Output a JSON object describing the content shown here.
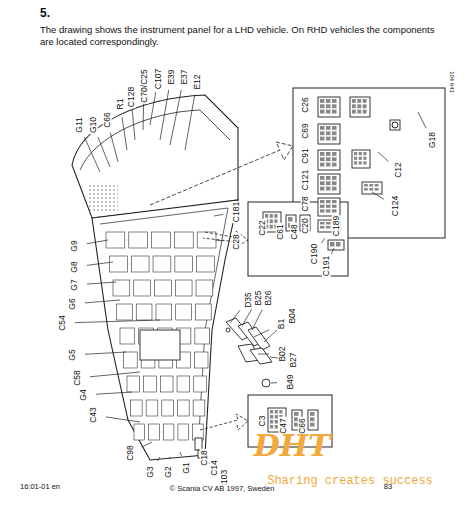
{
  "diagram": {
    "title": "5.",
    "labels": [
      "The drawing shows the instrument panel for a LHD vehicle. On RHD vehicles the components are located correspondingly.",
      "104 641",
      "G11",
      "G10",
      "C66",
      "R1",
      "C128",
      "C70/C25",
      "C107",
      "E39",
      "E37",
      "E12",
      "C26",
      "C69",
      "C91",
      "C121",
      "C78",
      "C20",
      "C12",
      "G18",
      "C124",
      "C181",
      "C28",
      "G9",
      "G8",
      "G7",
      "G6",
      "C54",
      "G5",
      "C58",
      "G4",
      "C43",
      "C98",
      "G3",
      "G2",
      "G1",
      "C18",
      "C14",
      "C103",
      "C22",
      "C61",
      "C48",
      "C189",
      "C190",
      "C191",
      "D35",
      "B25",
      "B26",
      "B1",
      "B04",
      "B02",
      "B27",
      "B49",
      "C3",
      "C47",
      "C66",
      "16:01-01 en",
      "© Scania CV AB 1997, Sweden",
      "83",
      "DHT",
      "Sharing creates success"
    ]
  }
}
